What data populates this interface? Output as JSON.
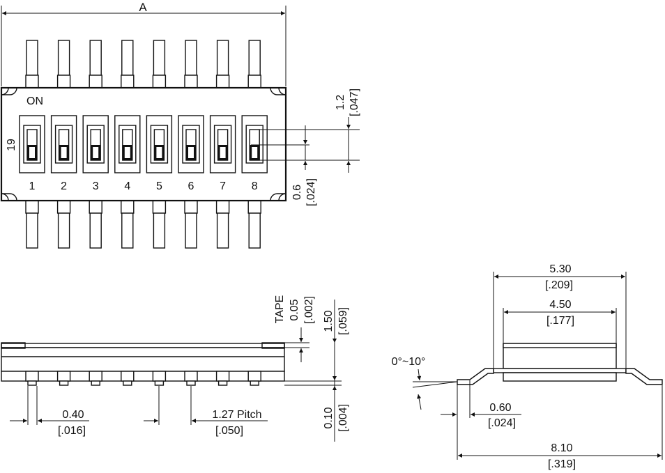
{
  "top_view": {
    "width_label": "A",
    "on_label": "ON",
    "side_number": "19",
    "switch_numbers": [
      "1",
      "2",
      "3",
      "4",
      "5",
      "6",
      "7",
      "8"
    ],
    "dim_actuator_mm": "1.2",
    "dim_actuator_in": "[.047]",
    "dim_lower_mm": "0.6",
    "dim_lower_in": "[.024]"
  },
  "front_view": {
    "tape_label": "TAPE",
    "tape_mm": "0.05",
    "tape_in": "[.002]",
    "height_mm": "1.50",
    "height_in": "[.059]",
    "standoff_mm": "0.10",
    "standoff_in": "[.004]",
    "lead_width_mm": "0.40",
    "lead_width_in": "[.016]",
    "pitch_mm": "1.27 Pitch",
    "pitch_in": "[.050]"
  },
  "side_view": {
    "angle": "0°~10°",
    "body_outer_mm": "5.30",
    "body_outer_in": "[.209]",
    "body_inner_mm": "4.50",
    "body_inner_in": "[.177]",
    "foot_mm": "0.60",
    "foot_in": "[.024]",
    "overall_mm": "8.10",
    "overall_in": "[.319]"
  }
}
